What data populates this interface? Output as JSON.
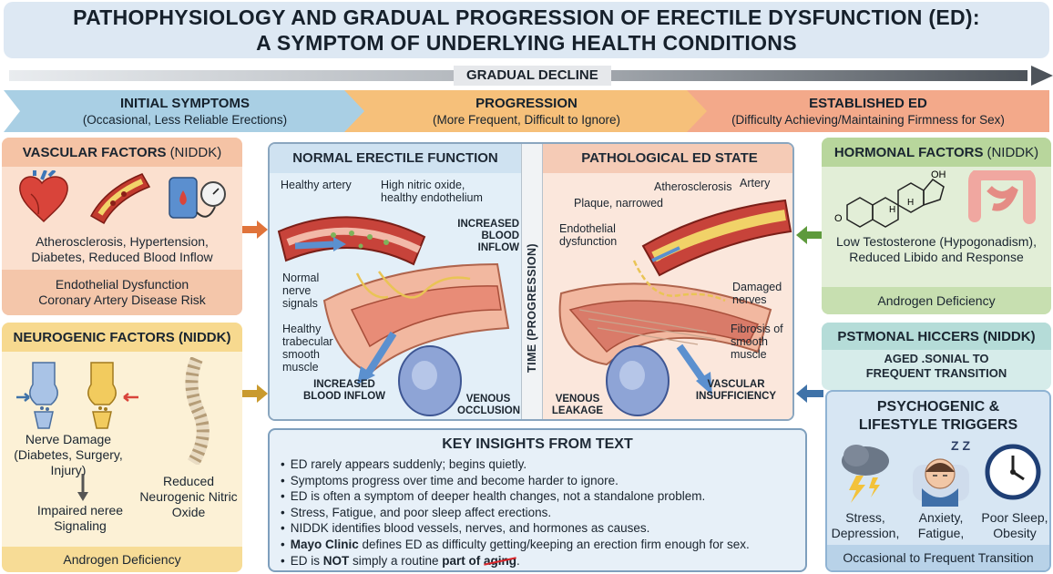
{
  "title": {
    "line1": "PATHOPHYSIOLOGY AND GRADUAL PROGRESSION OF ERECTILE DYSFUNCTION (ED):",
    "line2": "A SYMPTOM OF UNDERLYING HEALTH CONDITIONS"
  },
  "decline_label": "GRADUAL DECLINE",
  "stages": [
    {
      "label": "INITIAL SYMPTOMS",
      "sub": "(Occasional, Less Reliable Erections)",
      "color": "#a9cfe4"
    },
    {
      "label": "PROGRESSION",
      "sub": "(More Frequent, Difficult to Ignore)",
      "color": "#f6c07a"
    },
    {
      "label": "ESTABLISHED ED",
      "sub": "(Difficulty Achieving/Maintaining Firmness for Sex)",
      "color": "#f3a98a"
    }
  ],
  "vascular": {
    "title": "VASCULAR FACTORS",
    "source": "(NIDDK)",
    "caption": "Atherosclerosis, Hypertension, Diabetes, Reduced Blood Inflow",
    "footer_line1": "Endothelial Dysfunction",
    "footer_line2": "Coronary Artery Disease Risk",
    "icons": [
      "heart-icon",
      "artery-icon",
      "blood-pressure-icon"
    ]
  },
  "neurogenic": {
    "title": "NEUROGENIC FACTORS (NIDDK)",
    "nerve_damage": "Nerve Damage (Diabetes, Surgery, Injury)",
    "impaired": "Impaired neree Signaling",
    "reduced": "Reduced Neurogenic Nitric Oxide",
    "footer": "Androgen Deficiency",
    "icons": [
      "synapse-icon",
      "spine-icon"
    ]
  },
  "center": {
    "normal_title": "NORMAL ERECTILE FUNCTION",
    "pathological_title": "PATHOLOGICAL ED STATE",
    "time_label": "TIME (PROGRESSION)",
    "normal_labels": {
      "healthy_artery": "Healthy artery",
      "nitric": "High nitric oxide, healthy endothelium",
      "increased_top": "INCREASED BLOOD INFLOW",
      "nerve": "Normal nerve signals",
      "trabecular": "Healthy trabecular smooth muscle",
      "increased_bottom": "INCREASED BLOOD INFLOW",
      "venous": "VENOUS OCCLUSION"
    },
    "path_labels": {
      "artery": "Artery",
      "athero": "Atherosclerosis",
      "plaque": "Plaque, narrowed",
      "endo": "Endothelial dysfunction",
      "damaged": "Damaged nerves",
      "fibrosis": "Fibrosis of smooth muscle",
      "vascular": "VASCULAR INSUFFICIENCY",
      "leakage": "VENOUS LEAKAGE"
    }
  },
  "hormonal": {
    "title": "HORMONAL FACTORS",
    "source": "(NIDDK)",
    "oh": "OH",
    "h": "H",
    "o": "O",
    "caption": "Low Testosterone (Hypogonadism), Reduced Libido and Response",
    "footer": "Androgen Deficiency",
    "icons": [
      "testosterone-molecule-icon",
      "intestine-icon"
    ]
  },
  "pstmonal": {
    "title": "PSTMONAL HICCERS (NIDDK)",
    "line1": "AGED .SONIAL TO",
    "line2": "FREQUENT TRANSITION"
  },
  "psycho": {
    "title_line1": "PSYCHOGENIC &",
    "title_line2": "LIFESTYLE TRIGGERS",
    "zz": "Z Z",
    "items": [
      {
        "label": "Stress, Depression,",
        "icon": "storm-cloud-icon"
      },
      {
        "label": "Anxiety, Fatigue,",
        "icon": "sleeping-person-icon"
      },
      {
        "label": "Poor Sleep, Obesity",
        "icon": "clock-icon"
      }
    ],
    "footer": "Occasional to Frequent Transition"
  },
  "insights": {
    "title": "KEY INSIGHTS FROM TEXT",
    "items": [
      "ED rarely appears suddenly; begins quietly.",
      "Symptoms progress over time and become harder to ignore.",
      "ED is often a symptom of deeper health changes, not a standalone problem.",
      "Stress, Fatigue, and poor sleep affect erections.",
      "NIDDK identifies blood vessels, nerves, and hormones as causes."
    ],
    "mayo_bold": "Mayo Clinic",
    "mayo_rest": " defines ED as difficulty getting/keeping an erection firm enough for sex.",
    "last_pre": "ED is ",
    "last_not": "NOT",
    "last_mid": " simply a routine ",
    "last_part": "part of ",
    "last_aging": "aging",
    "last_end": "."
  },
  "colors": {
    "vascular": "#f5c3a5",
    "neuro": "#f7d98f",
    "hormonal": "#b8d69c",
    "psycho": "#b8d2e8",
    "arrow_left": "#e0733a",
    "arrow_neuro": "#c99a2e",
    "arrow_hormonal": "#5e9a3c",
    "arrow_psycho": "#3f72a8"
  }
}
